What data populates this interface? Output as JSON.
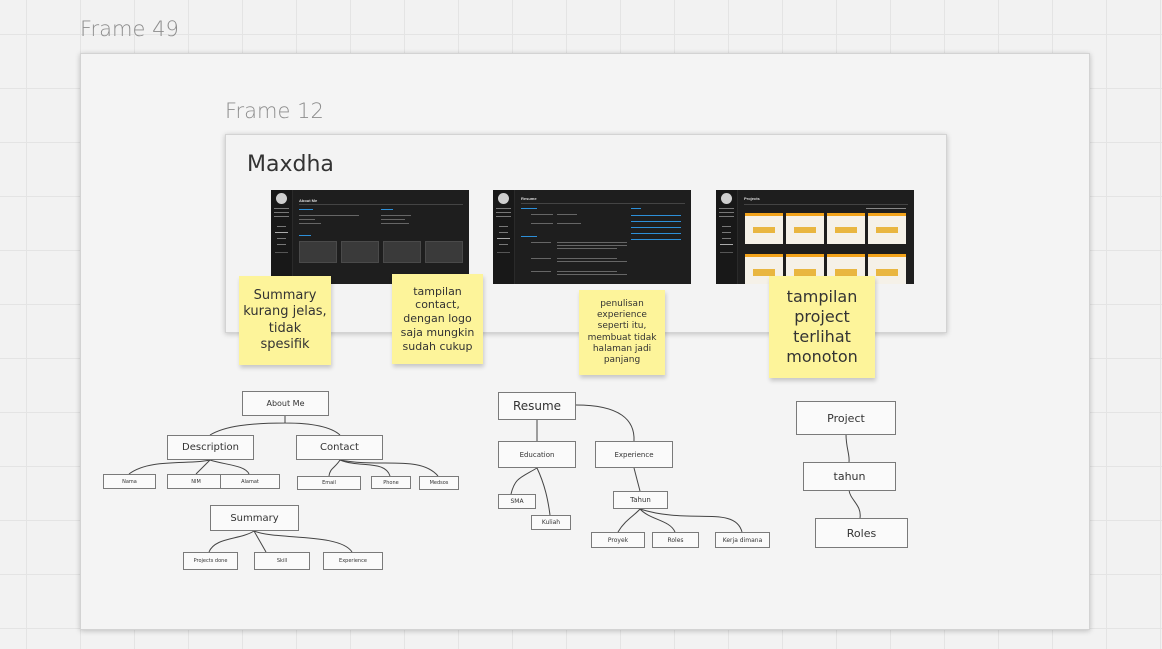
{
  "frames": {
    "outer_label": "Frame 49",
    "inner_label": "Frame 12",
    "inner_title": "Maxdha"
  },
  "screenshots": {
    "about": {
      "title": "About Me"
    },
    "resume": {
      "title": "Resume"
    },
    "projects": {
      "title": "Projects"
    }
  },
  "stickies": [
    {
      "text": "Summary kurang jelas, tidak spesifik"
    },
    {
      "text": "tampilan contact, dengan logo saja mungkin sudah cukup"
    },
    {
      "text": "penulisan experience seperti itu, membuat tidak halaman jadi panjang"
    },
    {
      "text": "tampilan project terlihat monoton"
    }
  ],
  "diagram": {
    "about_me": "About Me",
    "description": "Description",
    "contact": "Contact",
    "desc_children": [
      "Nama",
      "NIM",
      "Alamat"
    ],
    "contact_children": [
      "Email",
      "Phone",
      "Medsos"
    ],
    "summary": "Summary",
    "summary_children": [
      "Projects done",
      "Skill",
      "Experience"
    ],
    "resume": "Resume",
    "education": "Education",
    "experience": "Experience",
    "sma": "SMA",
    "kuliah": "Kuliah",
    "tahun": "Tahun",
    "exp_children": [
      "Proyek",
      "Roles",
      "Kerja dimana"
    ],
    "project": "Project",
    "project_tahun": "tahun",
    "project_roles": "Roles"
  }
}
